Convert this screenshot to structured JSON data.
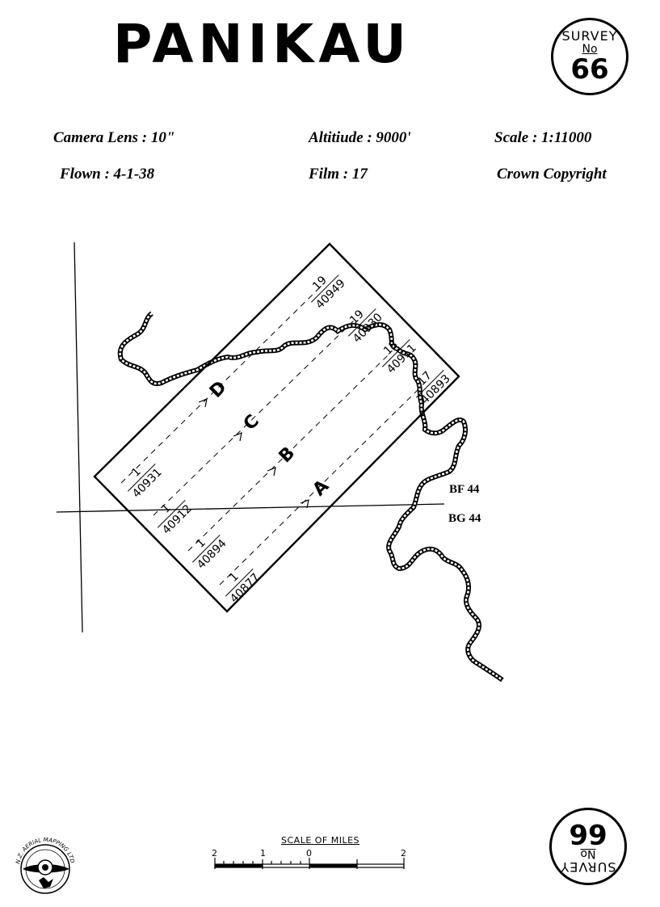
{
  "title": "PANIKAU",
  "survey_badge": {
    "line1": "SURVEY",
    "line2": "No",
    "number": "66"
  },
  "details": {
    "camera_lens": "Camera Lens : 10\"",
    "altitude": "Altitiude : 9000'",
    "scale": "Scale : 1:11000",
    "flown": "Flown : 4-1-38",
    "film": "Film : 17",
    "copyright": "Crown Copyright"
  },
  "grid_labels": {
    "upper": "BF 44",
    "lower": "BG 44"
  },
  "runs": [
    {
      "letter": "D",
      "start_frame": "1",
      "start_photo": "40931",
      "end_frame": "19",
      "end_photo": "40949"
    },
    {
      "letter": "C",
      "start_frame": "1",
      "start_photo": "40912",
      "end_frame": "19",
      "end_photo": "40930"
    },
    {
      "letter": "B",
      "start_frame": "1",
      "start_photo": "40894",
      "end_frame": "18",
      "end_photo": "40911"
    },
    {
      "letter": "A",
      "start_frame": "1",
      "start_photo": "40877",
      "end_frame": "17",
      "end_photo": "40893"
    }
  ],
  "scale_bar": {
    "label": "SCALE OF MILES",
    "ticks": [
      "2",
      "1",
      "0",
      "2"
    ]
  },
  "logo_text": "N.Z. AERIAL MAPPING LTD"
}
